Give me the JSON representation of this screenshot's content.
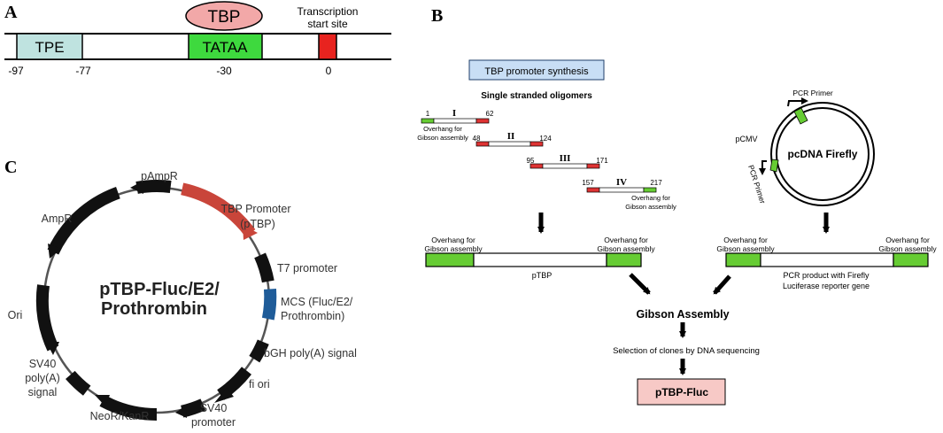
{
  "panel_a": {
    "letter": "A",
    "tbp": "TBP",
    "transcription_line1": "Transcription",
    "transcription_line2": "start site",
    "tpe": "TPE",
    "tataa": "TATAA",
    "pos_m97": "-97",
    "pos_m77": "-77",
    "pos_m30": "-30",
    "pos_0": "0"
  },
  "panel_b": {
    "letter": "B",
    "synthesis_title": "TBP promoter synthesis",
    "oligomers_title": "Single stranded oligomers",
    "oligo1": {
      "roman": "I",
      "start": "1",
      "end": "62",
      "overhang_line1": "Overhang for",
      "overhang_line2": "Gibson assembly"
    },
    "oligo2": {
      "roman": "II",
      "start": "48",
      "end": "124"
    },
    "oligo3": {
      "roman": "III",
      "start": "95",
      "end": "171"
    },
    "oligo4": {
      "roman": "IV",
      "start": "157",
      "end": "217",
      "overhang_line1": "Overhang for",
      "overhang_line2": "Gibson assembly"
    },
    "plasmid_name": "pcDNA Firefly",
    "pcmv": "pCMV",
    "pcr_primer_top": "PCR Primer",
    "pcr_primer_left": "PCR Primer",
    "ptbp_left_line1": "Overhang for",
    "ptbp_left_line2": "Gibson assembly",
    "ptbp_right_line1": "Overhang for",
    "ptbp_right_line2": "Gibson assembly",
    "ptbp_label": "pTBP",
    "pcr_left_line1": "Overhang for",
    "pcr_left_line2": "Gibson assembly",
    "pcr_right_line1": "Overhang for",
    "pcr_right_line2": "Gibson assembly",
    "pcr_product_line1": "PCR product with Firefly",
    "pcr_product_line2": "Luciferase reporter gene",
    "gibson": "Gibson Assembly",
    "selection": "Selection of clones by DNA sequencing",
    "final": "pTBP-Fluc"
  },
  "panel_c": {
    "letter": "C",
    "center_line1": "pTBP-Fluc/E2/",
    "center_line2": "Prothrombin",
    "pampr": "pAmpR",
    "ampr": "AmpR",
    "tbp_promoter_line1": "TBP Promoter",
    "tbp_promoter_line2": "(pTBP)",
    "t7": "T7 promoter",
    "mcs_line1": "MCS (Fluc/E2/",
    "mcs_line2": "Prothrombin)",
    "bgh": "bGH poly(A) signal",
    "f1": "fi ori",
    "sv40_promoter_line1": "SV40",
    "sv40_promoter_line2": "promoter",
    "neor": "NeoR/KanR",
    "sv40_polya_line1": "SV40",
    "sv40_polya_line2": "poly(A)",
    "sv40_polya_line3": "signal",
    "ori": "Ori"
  },
  "colors": {
    "tpe_fill": "#bfe3e0",
    "tataa_fill": "#3ed93e",
    "tss_fill": "#e8231f",
    "tbp_fill": "#f2a8a8",
    "synthesis_fill": "#c8def5",
    "green": "#66cc33",
    "red": "#dd3333",
    "final_fill": "#f7c9c6",
    "plasmid_red": "#c9453a",
    "plasmid_blue": "#1f5c99"
  }
}
